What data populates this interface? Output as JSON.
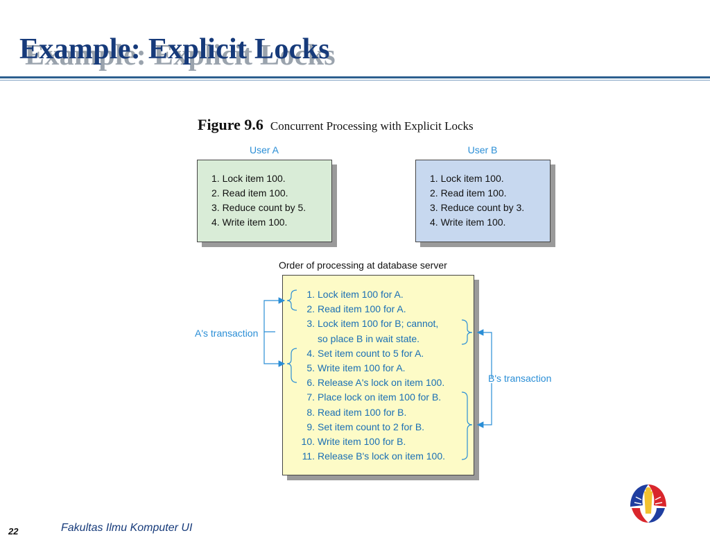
{
  "slide": {
    "title": "Example: Explicit Locks",
    "page_number": "22",
    "footer": "Fakultas Ilmu Komputer UI"
  },
  "figure": {
    "number": "Figure 9.6",
    "caption": "Concurrent Processing with Explicit Locks"
  },
  "user_a": {
    "label": "User A",
    "steps": [
      "1. Lock item 100.",
      "2. Read item 100.",
      "3. Reduce count by 5.",
      "4. Write item 100."
    ]
  },
  "user_b": {
    "label": "User B",
    "steps": [
      "1. Lock item 100.",
      "2. Read item 100.",
      "3. Reduce count by 3.",
      "4. Write item 100."
    ]
  },
  "server": {
    "label": "Order of processing at database server",
    "steps": [
      {
        "num": "1.",
        "text": "Lock item 100 for A."
      },
      {
        "num": "2.",
        "text": "Read item 100 for A."
      },
      {
        "num": "3.",
        "text": "Lock item 100 for B; cannot,"
      },
      {
        "num": "",
        "text": "so place B in wait state."
      },
      {
        "num": "4.",
        "text": "Set item count to 5 for A."
      },
      {
        "num": "5.",
        "text": "Write item 100 for A."
      },
      {
        "num": "6.",
        "text": "Release A's lock on item 100."
      },
      {
        "num": "7.",
        "text": "Place lock on item 100 for B."
      },
      {
        "num": "8.",
        "text": "Read item 100 for B."
      },
      {
        "num": "9.",
        "text": "Set item count to 2 for B."
      },
      {
        "num": "10.",
        "text": "Write item 100 for B."
      },
      {
        "num": "11.",
        "text": "Release B's lock on item 100."
      }
    ]
  },
  "transactions": {
    "a_label": "A's transaction",
    "b_label": "B's transaction"
  },
  "colors": {
    "title": "#163a7a",
    "label_blue": "#2a8ed6",
    "step_blue": "#1a6fb4",
    "box_a": "#d9ecd7",
    "box_b": "#c7d8ef",
    "box_order": "#fdfbc7"
  },
  "logo": {
    "icon": "university-emblem-icon"
  }
}
